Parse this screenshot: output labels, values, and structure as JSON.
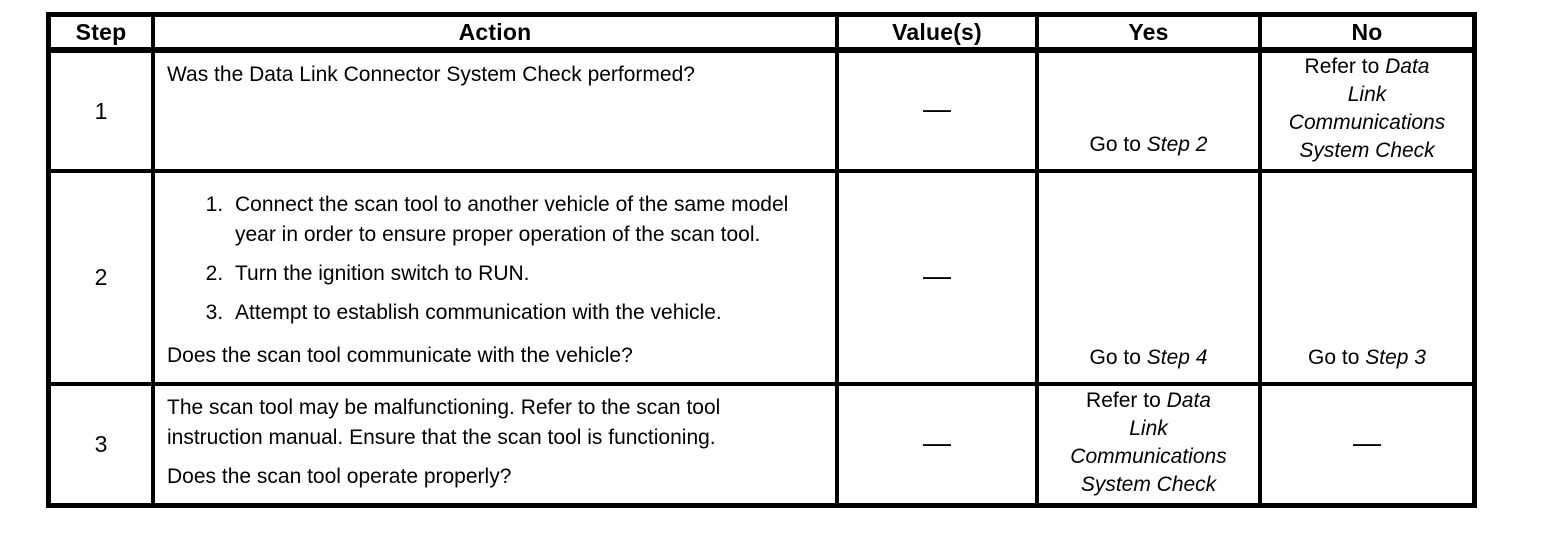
{
  "table": {
    "headers": {
      "step": "Step",
      "action": "Action",
      "values": "Value(s)",
      "yes": "Yes",
      "no": "No"
    },
    "rows": [
      {
        "step": "1",
        "action": {
          "question": "Was the Data Link Connector System Check performed?"
        },
        "value": "—",
        "yes": {
          "prefix": "Go to",
          "ref": "Step 2"
        },
        "no": {
          "prefix": "Refer to",
          "ref": "Data Link Communications System Check"
        }
      },
      {
        "step": "2",
        "action": {
          "list": [
            "Connect the scan tool to another vehicle of the same model year in order to ensure proper operation of the scan tool.",
            "Turn the ignition switch to RUN.",
            "Attempt to establish communication with the vehicle."
          ],
          "question": "Does the scan tool communicate with the vehicle?"
        },
        "value": "—",
        "yes": {
          "prefix": "Go to",
          "ref": "Step 4"
        },
        "no": {
          "prefix": "Go to",
          "ref": "Step 3"
        }
      },
      {
        "step": "3",
        "action": {
          "text": "The scan tool may be malfunctioning. Refer to the scan tool instruction manual. Ensure that the scan tool is functioning.",
          "question": "Does the scan tool operate properly?"
        },
        "value": "—",
        "yes": {
          "prefix": "Refer to",
          "ref": "Data Link Communications System Check"
        },
        "no": {
          "dash": "—"
        }
      }
    ]
  }
}
